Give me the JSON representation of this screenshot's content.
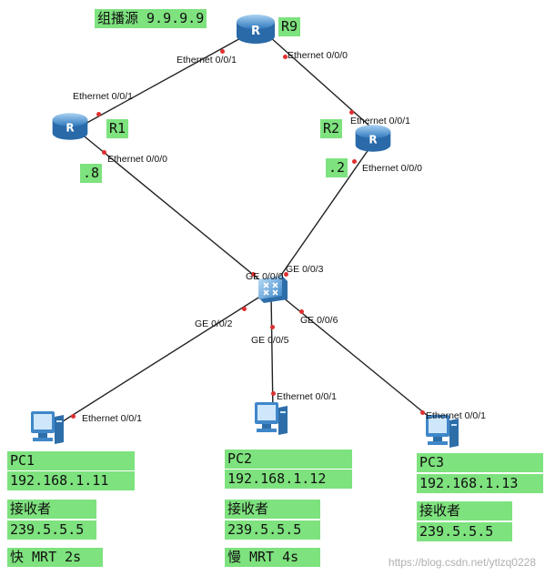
{
  "labels": {
    "r9_title": "组播源 9.9.9.9",
    "r9": "R9",
    "r1": "R1",
    "r2": "R2",
    "r1_ip": ".8",
    "r2_ip": ".2",
    "pc1_name": "PC1",
    "pc1_ip": "192.168.1.11",
    "pc1_role": "接收者",
    "pc1_group": "239.5.5.5",
    "pc1_mrt": "快 MRT 2s",
    "pc2_name": "PC2",
    "pc2_ip": "192.168.1.12",
    "pc2_role": "接收者",
    "pc2_group": "239.5.5.5",
    "pc2_mrt": "慢 MRT 4s",
    "pc3_name": "PC3",
    "pc3_ip": "192.168.1.13",
    "pc3_role": "接收者",
    "pc3_group": "239.5.5.5"
  },
  "ports": {
    "r9_left": "Ethernet 0/0/1",
    "r9_right": "Ethernet 0/0/0",
    "r1_top": "Ethernet 0/0/1",
    "r1_bottom": "Ethernet 0/0/0",
    "r2_top": "Ethernet 0/0/1",
    "r2_bottom": "Ethernet 0/0/0",
    "sw_ge0": "GE 0/0/0",
    "sw_ge3": "GE 0/0/3",
    "sw_ge2": "GE 0/0/2",
    "sw_ge5": "GE 0/0/5",
    "sw_ge6": "GE 0/0/6",
    "pc1_port": "Ethernet 0/0/1",
    "pc2_port": "Ethernet 0/0/1",
    "pc3_port": "Ethernet 0/0/1"
  },
  "watermark": "https://blog.csdn.net/ytlzq0228",
  "colors": {
    "label_bg": "#7ee27e",
    "link": "#222222",
    "port_dot": "#e03030",
    "device_blue": "#3f87c9"
  },
  "icons": {
    "router": "router-icon",
    "switch": "switch-icon",
    "pc": "pc-icon"
  }
}
